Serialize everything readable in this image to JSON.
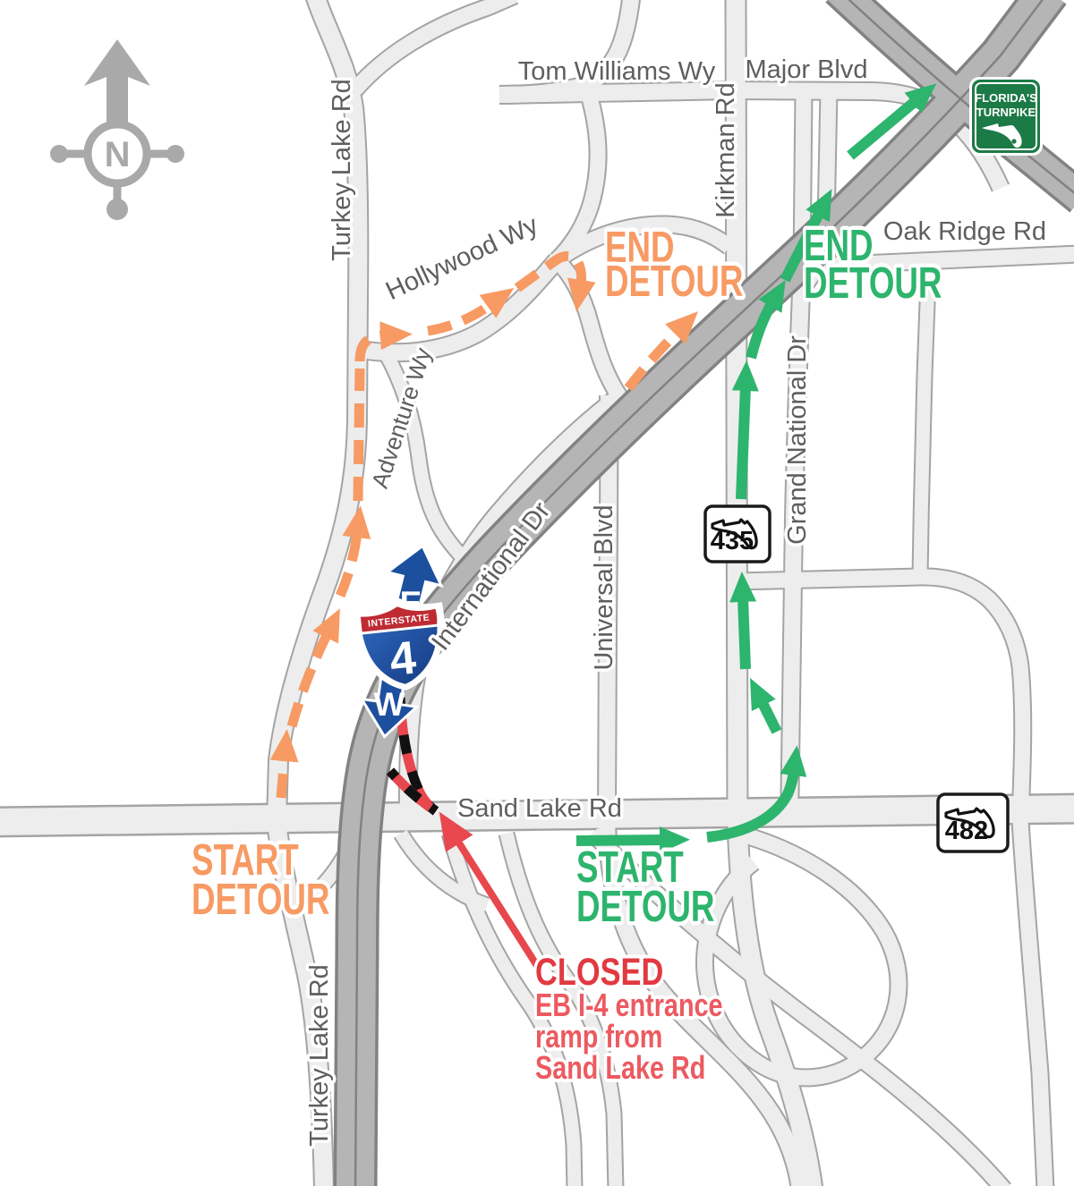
{
  "roads": {
    "turkey_lake_top": "Turkey Lake Rd",
    "turkey_lake_bottom": "Turkey Lake Rd",
    "hollywood": "Hollywood Wy",
    "adventure": "Adventure Wy",
    "tom_williams": "Tom Williams Wy",
    "major": "Major Blvd",
    "kirkman": "Kirkman Rd",
    "oak_ridge": "Oak Ridge Rd",
    "grand_national": "Grand National Dr",
    "international": "International Dr",
    "universal": "Universal Blvd",
    "sand_lake": "Sand Lake Rd"
  },
  "shields": {
    "interstate_label": "INTERSTATE",
    "i4_number": "4",
    "east": "E",
    "west": "W",
    "sr435": "435",
    "sr482": "482",
    "turnpike_line1": "FLORIDA'S",
    "turnpike_line2": "TURNPIKE"
  },
  "compass": {
    "north": "N"
  },
  "detour_orange": {
    "start_1": "START",
    "start_2": "DETOUR",
    "end_1": "END",
    "end_2": "DETOUR"
  },
  "detour_green": {
    "start_1": "START",
    "start_2": "DETOUR",
    "end_1": "END",
    "end_2": "DETOUR"
  },
  "closed_note": {
    "title": "CLOSED",
    "line1": "EB I-4 entrance",
    "line2": "ramp from",
    "line3": "Sand Lake Rd"
  },
  "colors": {
    "detour_orange": "#F79A63",
    "detour_green": "#2DB46D",
    "closed_red": "#E8474E",
    "interstate_blue": "#2053A4",
    "interstate_red": "#BF2B33",
    "turnpike_green": "#1C7A46",
    "highway_gray": "#B5B5B5",
    "road_gray": "#EDEDED",
    "label_gray": "#5E5E5E"
  }
}
